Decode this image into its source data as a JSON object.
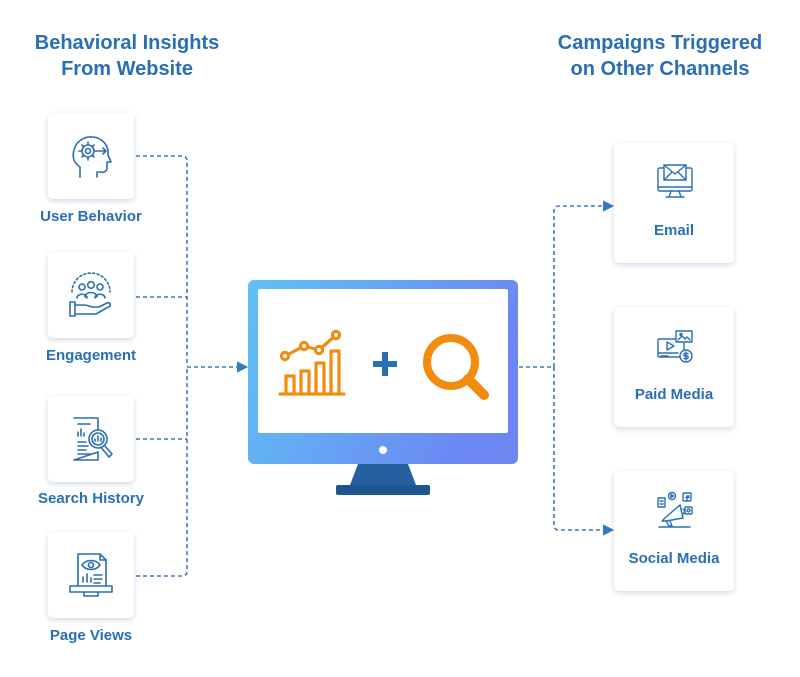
{
  "left_heading": {
    "line1": "Behavioral Insights",
    "line2": "From Website"
  },
  "right_heading": {
    "line1": "Campaigns Triggered",
    "line2": "on Other Channels"
  },
  "insights": [
    {
      "label": "User Behavior",
      "icon": "head-gear-icon"
    },
    {
      "label": "Engagement",
      "icon": "audience-hand-icon"
    },
    {
      "label": "Search History",
      "icon": "report-magnifier-icon"
    },
    {
      "label": "Page Views",
      "icon": "page-eye-icon"
    }
  ],
  "channels": [
    {
      "label": "Email",
      "icon": "monitor-envelope-icon"
    },
    {
      "label": "Paid Media",
      "icon": "media-player-dollar-icon"
    },
    {
      "label": "Social Media",
      "icon": "megaphone-social-icon"
    }
  ],
  "center": {
    "icons": [
      "growth-chart-icon",
      "plus-icon",
      "magnifier-icon"
    ]
  },
  "colors": {
    "heading": "#2a6fb3",
    "icon_blue": "#2a6fb3",
    "accent_orange": "#f28c0f",
    "connector": "#3a78bd",
    "monitor_gradient_start": "#5fc2f4",
    "monitor_gradient_end": "#6d86f3",
    "stand": "#245f9e"
  }
}
